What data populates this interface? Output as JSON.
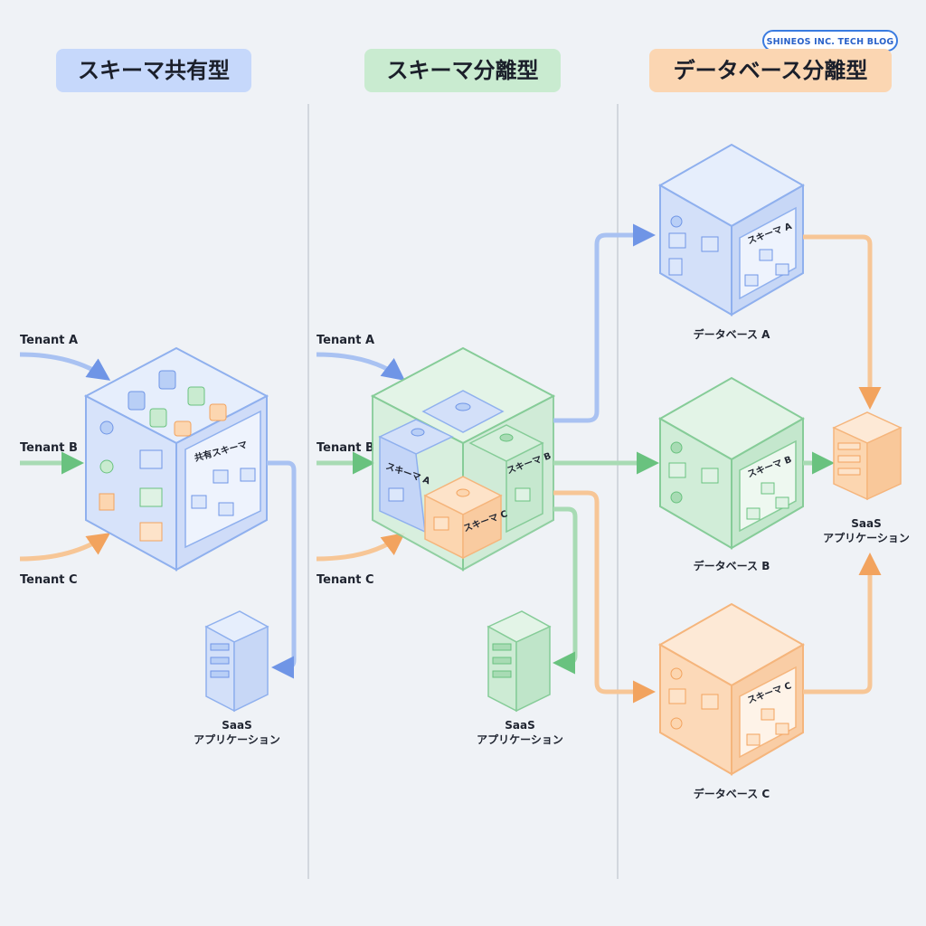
{
  "badge": "SHINEOS INC. TECH BLOG",
  "columns": [
    {
      "title": "スキーマ共有型",
      "accent": "#6f95e6"
    },
    {
      "title": "スキーマ分離型",
      "accent": "#69c27f"
    },
    {
      "title": "データベース分離型",
      "accent": "#f2a35e"
    }
  ],
  "tenants": [
    "Tenant A",
    "Tenant B",
    "Tenant C"
  ],
  "shared": {
    "schema_label": "共有スキーマ"
  },
  "separated": {
    "schemas": [
      "スキーマ A",
      "スキーマ B",
      "スキーマ C"
    ]
  },
  "databases": [
    {
      "name": "データベース A",
      "schema": "スキーマ A"
    },
    {
      "name": "データベース B",
      "schema": "スキーマ B"
    },
    {
      "name": "データベース C",
      "schema": "スキーマ C"
    }
  ],
  "app": {
    "line1": "SaaS",
    "line2": "アプリケーション"
  },
  "colors": {
    "blue": "#6f95e6",
    "blue_fill": "#dbe6fb",
    "blue_light": "#e9f0fd",
    "green": "#69c27f",
    "green_fill": "#d7efdd",
    "green_light": "#e6f5ea",
    "orange": "#f2a35e",
    "orange_fill": "#fcdcbe",
    "orange_light": "#fde9d6",
    "text": "#1f2430",
    "divider": "#c9ced6"
  }
}
